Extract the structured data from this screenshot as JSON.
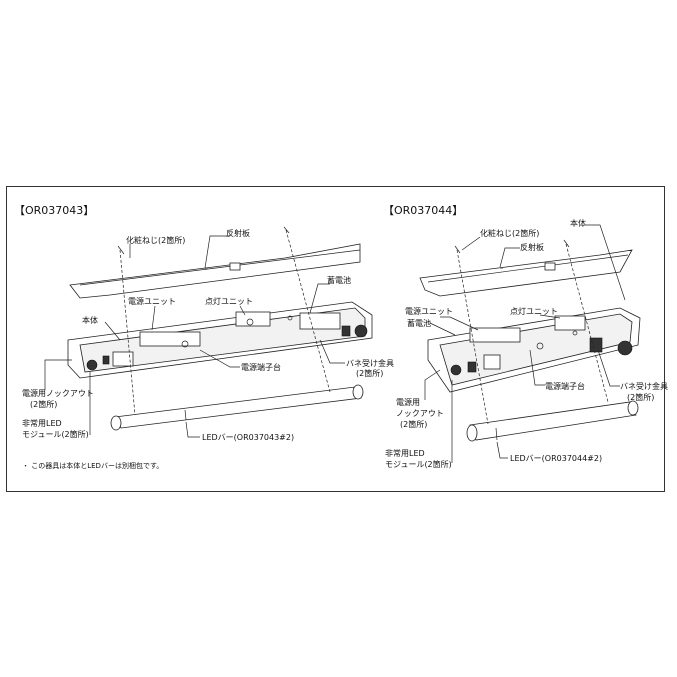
{
  "left": {
    "title": "【OR037043】",
    "labels": {
      "screw": "化粧ねじ(2箇所)",
      "reflector": "反射板",
      "power_unit": "電源ユニット",
      "lighting_unit": "点灯ユニット",
      "battery": "蓄電池",
      "body": "本体",
      "power_terminal": "電源端子台",
      "spring_bracket_1": "バネ受け金具",
      "spring_bracket_2": "(2箇所)",
      "knockout_1": "電源用ノックアウト",
      "knockout_2": "(2箇所)",
      "emergency_1": "非常用LED",
      "emergency_2": "モジュール(2箇所)",
      "led_bar": "LEDバー(OR037043#2)"
    },
    "note": "・ この器具は本体とLEDバーは別梱包です。"
  },
  "right": {
    "title": "【OR037044】",
    "labels": {
      "screw": "化粧ねじ(2箇所)",
      "reflector": "反射板",
      "body": "本体",
      "power_unit": "電源ユニット",
      "lighting_unit": "点灯ユニット",
      "battery": "蓄電池",
      "power_terminal": "電源端子台",
      "spring_bracket_1": "バネ受け金具",
      "spring_bracket_2": "(2箇所)",
      "knockout_1": "電源用",
      "knockout_2": "ノックアウト",
      "knockout_3": "(2箇所)",
      "emergency_1": "非常用LED",
      "emergency_2": "モジュール(2箇所)",
      "led_bar": "LEDバー(OR037044#2)"
    }
  }
}
